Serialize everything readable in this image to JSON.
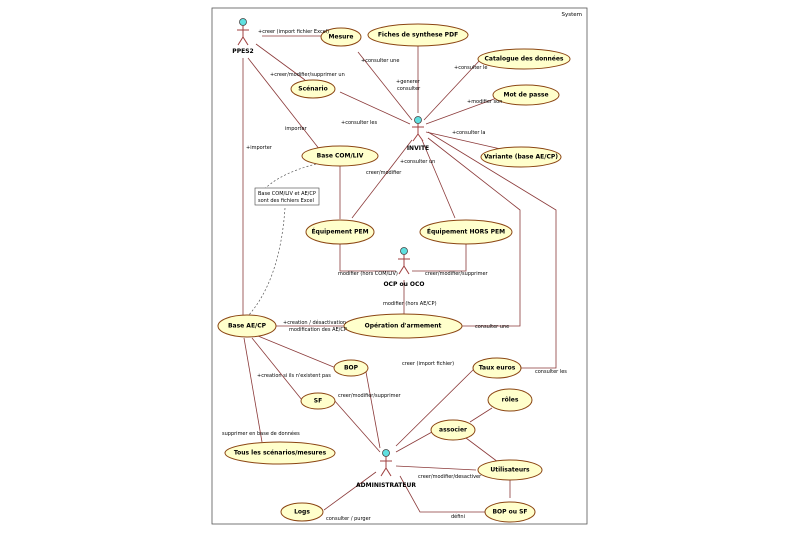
{
  "system": {
    "title": "System"
  },
  "actors": {
    "ppes2": "PPES2",
    "invite": "INVITE",
    "ocp": "OCP ou OCO",
    "admin": "ADMINISTRATEUR"
  },
  "use_cases": {
    "mesure": "Mesure",
    "fiches": "Fiches de synthese PDF",
    "catalogue": "Catalogue des données",
    "scenario": "Scénario",
    "motdepasse": "Mot de passe",
    "variante": "Variante (base AE/CP)",
    "basecom": "Base COM/LIV",
    "equip_pem": "Équipement PEM",
    "equip_hors": "Équipement HORS PEM",
    "operation": "Opération d'armement",
    "baseae": "Base AE/CP",
    "taux": "Taux euros",
    "bop": "BOP",
    "sf": "SF",
    "roles": "rôles",
    "associer": "associer",
    "tous": "Tous les scénarios/mesures",
    "utilisateurs": "Utilisateurs",
    "logs": "Logs",
    "bopsf": "BOP ou SF"
  },
  "labels": {
    "l1": "+creer (import fichier Excel)",
    "l2": "+creer/modifier/supprimer un",
    "l3": "importer",
    "l4": "+importer",
    "l5": "+consulter une",
    "l6a": "+generer",
    "l6b": "consulter",
    "l7": "+consulter le",
    "l8": "+modifier son",
    "l9": "+consulter les",
    "l10": "+consulter la",
    "l11": "+consulter un",
    "l12": "creer/modifier",
    "l13": "modifier (hors COM/LIV)",
    "l14": "creer/modifier/supprimer",
    "l15": "modifier (hors AE/CP)",
    "l16a": "+creation / désactivation",
    "l16b": "modification des AE/CP",
    "l17": "consulter une",
    "l18": "creer  (import fichier)",
    "l19": "consulter  les",
    "l20": "+creation si ils n'existent pas",
    "l21": "creer/modifier/supprimer",
    "l22": "supprimer  en base de données",
    "l23": "creer/modifier/desactiver",
    "l24": "consulter / purger",
    "l25": "défini"
  },
  "note": {
    "line1": "Base COM/LIV et AE/CP",
    "line2": "sont des fichiers Excel"
  }
}
